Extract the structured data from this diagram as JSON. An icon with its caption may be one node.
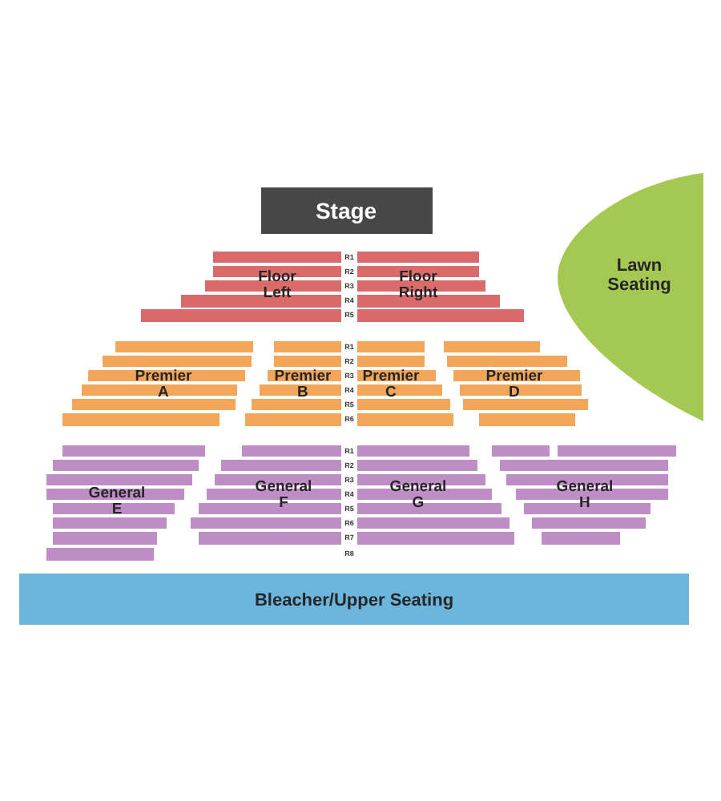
{
  "diagram": {
    "nodes": [
      {
        "text": [
          "Stage"
        ]
      },
      {
        "text": [
          "Floor Left"
        ]
      },
      {
        "text": [
          "Floor Right"
        ]
      },
      {
        "text": [
          "Lawn Seating"
        ]
      },
      {
        "text": [
          "Premier A"
        ]
      },
      {
        "text": [
          "Premier B"
        ]
      },
      {
        "text": [
          "Premier C"
        ]
      },
      {
        "text": [
          "Premier D"
        ]
      },
      {
        "text": [
          "General E"
        ]
      },
      {
        "text": [
          "General F"
        ]
      },
      {
        "text": [
          "General G"
        ]
      },
      {
        "text": [
          "General H"
        ]
      },
      {
        "text": [
          "Bleacher/Upper Seating"
        ]
      }
    ],
    "labels": [
      "R1",
      "R2",
      "R3",
      "R4",
      "R5",
      "R1",
      "R2",
      "R3",
      "R4",
      "R5",
      "R6",
      "R1",
      "R2",
      "R3",
      "R4",
      "R5",
      "R6",
      "R7",
      "R8"
    ]
  }
}
